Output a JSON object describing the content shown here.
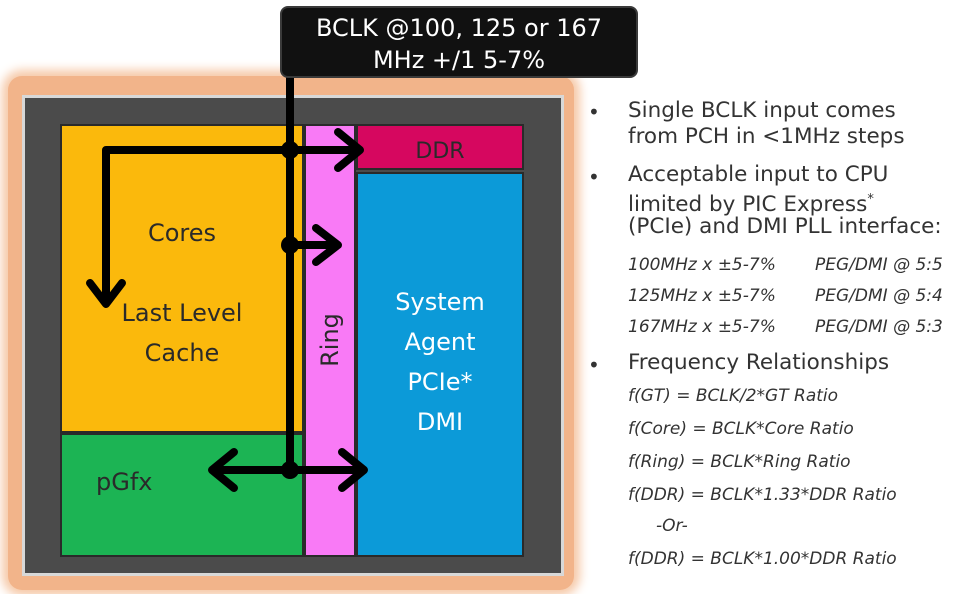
{
  "callout": {
    "line1": "BCLK @100, 125 or 167",
    "line2": "MHz +/1 5-7%"
  },
  "blocks": {
    "cores": "Cores",
    "llc_line1": "Last Level",
    "llc_line2": "Cache",
    "pgfx": "pGfx",
    "ring": "Ring",
    "ddr": "DDR",
    "sa_line1": "System",
    "sa_line2": "Agent",
    "sa_line3": "PCIe*",
    "sa_line4": "DMI"
  },
  "colors": {
    "cores": "#fbb90c",
    "pgfx": "#1cb454",
    "ring": "#f97af6",
    "ddr": "#d6075f",
    "system_agent": "#0c9ad8",
    "frame": "#4b4b4b"
  },
  "notes": {
    "b1_line1": "Single BCLK input comes",
    "b1_line2": "from PCH in <1MHz steps",
    "b2_line1": "Acceptable input to CPU",
    "b2_line2": "limited by PIC Express",
    "b2_sup": "*",
    "b2_line3": "(PCIe) and DMI PLL interface:",
    "pll": [
      {
        "freq": "100MHz x ±5-7%",
        "ratio": "PEG/DMI @ 5:5"
      },
      {
        "freq": "125MHz x ±5-7%",
        "ratio": "PEG/DMI @ 5:4"
      },
      {
        "freq": "167MHz x ±5-7%",
        "ratio": "PEG/DMI @ 5:3"
      }
    ],
    "b3": "Frequency Relationships",
    "rel": [
      "f(GT) = BCLK/2*GT Ratio",
      "f(Core) = BCLK*Core Ratio",
      "f(Ring) = BCLK*Ring Ratio",
      "f(DDR) = BCLK*1.33*DDR Ratio",
      "-Or-",
      "f(DDR) = BCLK*1.00*DDR Ratio"
    ],
    "bullet": "•"
  }
}
